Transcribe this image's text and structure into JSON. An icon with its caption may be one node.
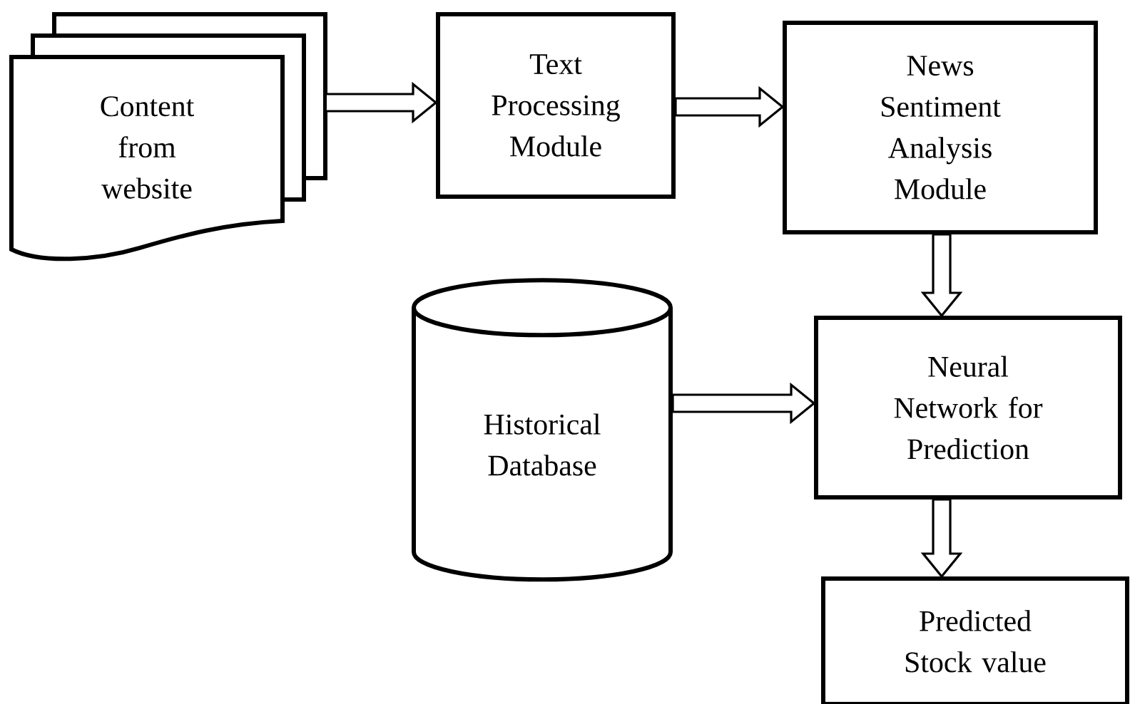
{
  "diagram": {
    "nodes": [
      {
        "text": [
          "Content from website"
        ]
      },
      {
        "text": [
          "Text Processing Module"
        ]
      },
      {
        "text": [
          "News Sentiment Analysis Module"
        ]
      },
      {
        "text": [
          "Historical Database"
        ]
      },
      {
        "text": [
          "Neural Network for Prediction"
        ]
      },
      {
        "text": [
          "Predicted Stock value"
        ]
      }
    ],
    "edges": [
      {
        "from": 0,
        "to": 1,
        "arrow": "to"
      },
      {
        "from": 1,
        "to": 2,
        "arrow": "to"
      },
      {
        "from": 2,
        "to": 4,
        "arrow": "to"
      },
      {
        "from": 3,
        "to": 4,
        "arrow": "to"
      },
      {
        "from": 4,
        "to": 5,
        "arrow": "to"
      }
    ]
  }
}
